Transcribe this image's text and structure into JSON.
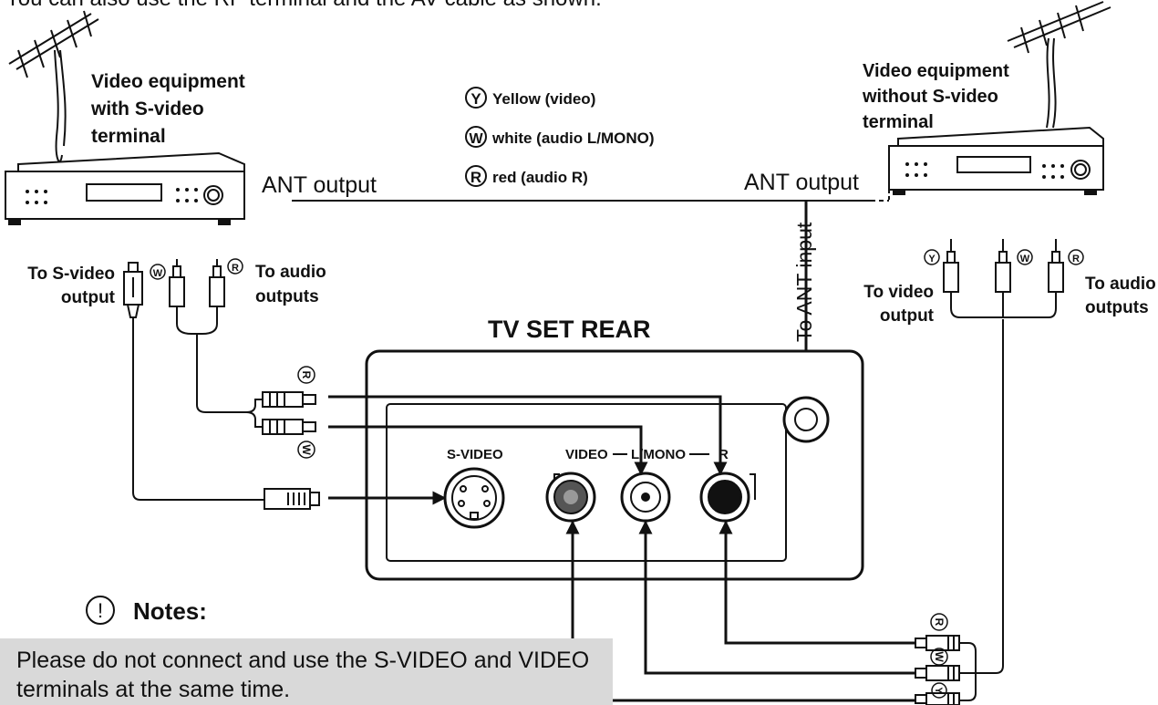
{
  "top_caption": "You can also use the RF terminal and the AV cable as shown.",
  "left_device": {
    "title_lines": [
      "Video equipment",
      "with S-video",
      "terminal"
    ],
    "ant_output": "ANT output"
  },
  "right_device": {
    "title_lines": [
      "Video equipment",
      "without S-video",
      "terminal"
    ],
    "ant_output": "ANT output"
  },
  "legend": [
    {
      "letter": "Y",
      "text": "Yellow (video)"
    },
    {
      "letter": "W",
      "text": "white (audio L/MONO)"
    },
    {
      "letter": "R",
      "text": "red (audio R)"
    }
  ],
  "ant_input_label": "To ANT input",
  "left_cable_labels": {
    "svideo_line1": "To S-video",
    "svideo_line2": "output",
    "audio_line1": "To audio",
    "audio_line2": "outputs",
    "plug_w": "W",
    "plug_r": "R"
  },
  "right_cable_labels": {
    "video_line1": "To video",
    "video_line2": "output",
    "audio_line1": "To audio",
    "audio_line2": "outputs",
    "plug_y": "Y",
    "plug_w": "W",
    "plug_r": "R"
  },
  "tv_panel": {
    "title": "TV SET REAR",
    "svideo_label": "S-VIDEO",
    "video_label": "VIDEO",
    "lmono_label": "L/MONO",
    "r_label": "R"
  },
  "side_plug_marks": {
    "r": "R",
    "w": "W"
  },
  "bottom_plug_marks": {
    "r": "R",
    "w": "W",
    "y": "Y"
  },
  "notes": {
    "icon": "!",
    "heading": "Notes:",
    "text": "Please do not connect and use the S-VIDEO and VIDEO terminals at the same time."
  },
  "colors": {
    "ink": "#111111",
    "notes_bg": "#d9d9d9"
  }
}
